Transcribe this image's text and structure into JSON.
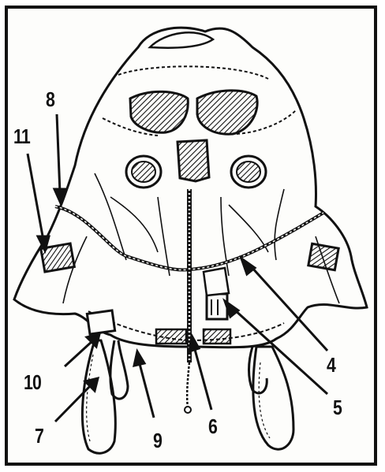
{
  "callouts": {
    "c4": "4",
    "c5": "5",
    "c6": "6",
    "c7": "7",
    "c8": "8",
    "c9": "9",
    "c10": "10",
    "c11": "11"
  },
  "colors": {
    "ink": "#111111",
    "paper": "#fdfdfb"
  }
}
